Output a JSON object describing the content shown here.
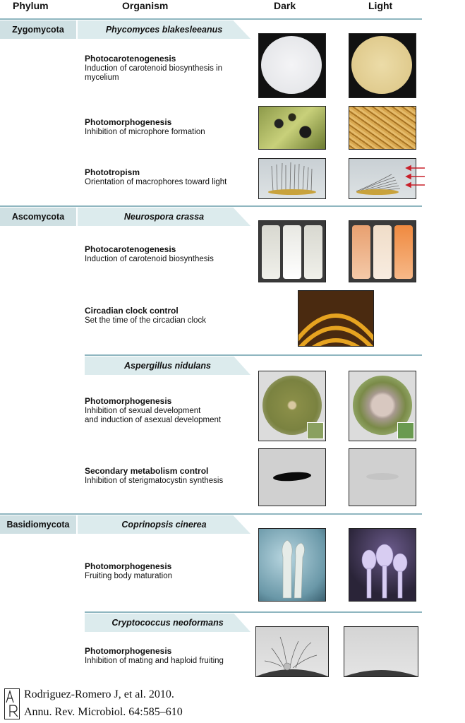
{
  "headers": {
    "phylum": "Phylum",
    "organism": "Organism",
    "dark": "Dark",
    "light": "Light"
  },
  "phyla": {
    "zygo": "Zygomycota",
    "asco": "Ascomycota",
    "basidio": "Basidiomycota"
  },
  "organisms": {
    "phycomyces": "Phycomyces blakesleeanus",
    "neurospora": "Neurospora crassa",
    "aspergillus": "Aspergillus nidulans",
    "coprinopsis": "Coprinopsis cinerea",
    "cryptococcus": "Cryptococcus neoformans"
  },
  "processes": [
    {
      "title": "Photocarotenogenesis",
      "desc": "Induction of carotenoid biosynthesis in mycelium"
    },
    {
      "title": "Photomorphogenesis",
      "desc": "Inhibition of microphore formation"
    },
    {
      "title": "Phototropism",
      "desc": "Orientation of macrophores toward light"
    },
    {
      "title": "Photocarotenogenesis",
      "desc": "Induction of carotenoid biosynthesis"
    },
    {
      "title": "Circadian clock control",
      "desc": "Set the time of the circadian clock"
    },
    {
      "title": "Photomorphogenesis",
      "desc": "Inhibition of sexual development",
      "desc2": "and induction of asexual development"
    },
    {
      "title": "Secondary metabolism control",
      "desc": "Inhibition of sterigmatocystin synthesis"
    },
    {
      "title": "Photomorphogenesis",
      "desc": "Fruiting body maturation"
    },
    {
      "title": "Photomorphogenesis",
      "desc": "Inhibition of mating and haploid fruiting"
    }
  ],
  "footer": {
    "line1": "Rodriguez-Romero J, et al. 2010.",
    "line2": "Annu. Rev. Microbiol. 64:585–610"
  },
  "colors": {
    "rule": "#8fb6c0",
    "phylum_fill": "#cfe0e3",
    "organism_fill": "#dcebed",
    "arrow": "#c8202a"
  }
}
